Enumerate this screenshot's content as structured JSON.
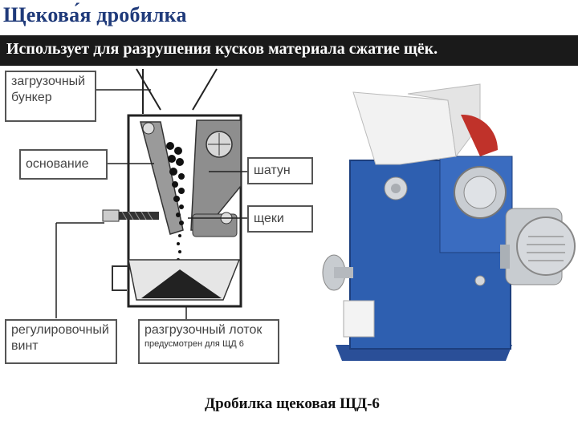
{
  "title": "Щекова́я дробилка",
  "subtitle": "Использует для разрушения кусков материала сжатие щёк.",
  "labels": {
    "hopper": "загрузочный бункер",
    "base": "основание",
    "rod": "шатун",
    "jaws": "щеки",
    "screw": "регулировочный винт",
    "tray": "разгрузочный лоток",
    "tray_note": "предусмотрен для ЩД 6"
  },
  "caption": "Дробилка щековая ЩД-6",
  "colors": {
    "title": "#1f3a7a",
    "banner": "#1a1a1a",
    "machine_body": "#2e5fb0",
    "motor": "#c8ccd0",
    "hopper_photo": "#f2f2f2",
    "flywheel": "#c0322a"
  }
}
